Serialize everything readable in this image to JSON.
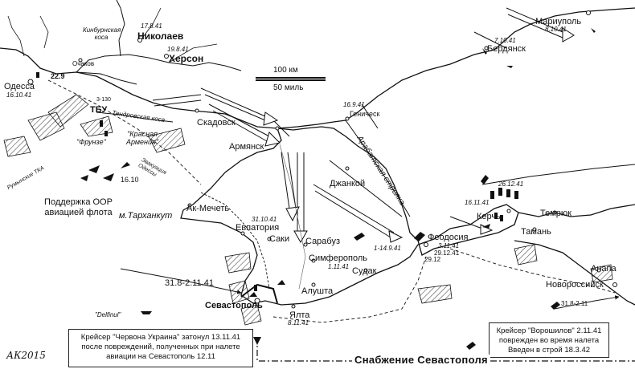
{
  "scale": {
    "km": "100 км",
    "miles": "50 миль"
  },
  "cities": {
    "odessa": "Одесса",
    "nikolaev": "Николаев",
    "kherson": "Херсон",
    "ochakov": "Очаков",
    "skadovsk": "Скадовск",
    "armyansk": "Армянск",
    "genichesk": "Геническ",
    "dzhankoy": "Джанкой",
    "ak_mechet": "Ак-Мечеть",
    "tarkhankut": "м.Тарханкут",
    "evpatoriya": "Евпатория",
    "saki": "Саки",
    "sarabuz": "Сарабуз",
    "simferopol": "Симферополь",
    "sudak": "Судак",
    "alushta": "Алушта",
    "yalta": "Ялта",
    "sevastopol": "Севастополь",
    "feodosiya": "Феодосия",
    "kerch": "Керчь",
    "temryuk": "Темрюк",
    "taman": "Тамань",
    "anapa": "Анапа",
    "novorossiysk": "Новороссийск",
    "mariupol": "Мариуполь",
    "berdyansk": "Бердянск"
  },
  "dates": {
    "nikolaev": "17.8.41",
    "kherson": "19.8.41",
    "odessa": "16.10.41",
    "odessa_22": "22.9",
    "genichesk": "16.9.41",
    "evpatoriya": "31.10.41",
    "simferopol": "1.11.41",
    "yalta": "8.11.41",
    "feodosiya": "3.11.41",
    "feodosiya_2": "29.12.41",
    "feodosiya_3": "29.12",
    "feodosiya_4": "1-14.9.41",
    "kerch_a": "16.11.41",
    "kerch_b": "26.12.41",
    "mariupol": "8.10.41",
    "berdyansk": "7.10.41",
    "frunze_time": "16.10",
    "sevastopol_route": "31.8-2.11.41",
    "novoross_route": "31.8-2.11"
  },
  "features": {
    "kinburn": "Кинбурнская коса",
    "tendra": "Тендровская коса",
    "arabat": "Арабатская стрелка",
    "tbu": "ТБУ",
    "tbu_code": "3-130",
    "rumyntsy": "Румынские ТКА",
    "evakuation": "Эвакуация Одессы",
    "frunze": "\"Фрунзе\"",
    "krasnaya": "\"Красная Армения\"",
    "delfinul": "\"Delfinul\""
  },
  "ships_note": "Поддержка ООР авиацией флота",
  "notes": {
    "chervona": "Крейсер \"Червона Украина\" затонул 13.11.41 после повреждений, полученных при налете авиации на Севастополь 12.11",
    "voroshilov": "Крейсер \"Ворошилов\" 2.11.41 поврежден во время налета Введен в строй 18.3.42"
  },
  "supply": "Снабжение Севастополя",
  "signature": "АК2015"
}
